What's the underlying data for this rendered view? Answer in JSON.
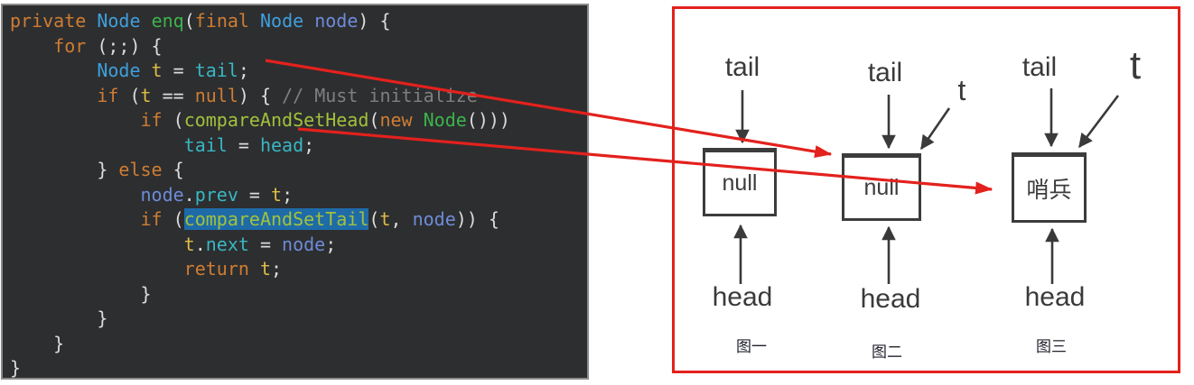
{
  "palette": {
    "editor_bg": "#2d2e30",
    "kw": "#cf7d32",
    "type": "#3f9fdc",
    "method": "#3cb44b",
    "call": "#a2c13c",
    "var": "#ddbd45",
    "field": "#38b7c3",
    "param": "#6e8bd8",
    "plain": "#dcdcdc",
    "comment": "#7f7f7f",
    "highlight_bg": "#1e6ba8",
    "red": "#e3211d",
    "ink": "#3a3a3a",
    "box_border": "#3c3c3c"
  },
  "code": {
    "lines": [
      [
        [
          "kw",
          "private"
        ],
        [
          "pl",
          " "
        ],
        [
          "ty",
          "Node"
        ],
        [
          "pl",
          " "
        ],
        [
          "fn",
          "enq"
        ],
        [
          "pl",
          "("
        ],
        [
          "kw",
          "final"
        ],
        [
          "pl",
          " "
        ],
        [
          "ty",
          "Node"
        ],
        [
          "pl",
          " "
        ],
        [
          "pm",
          "node"
        ],
        [
          "pl",
          ") {"
        ]
      ],
      [
        [
          "pl",
          "    "
        ],
        [
          "kw",
          "for"
        ],
        [
          "pl",
          " (;;) {"
        ]
      ],
      [
        [
          "pl",
          "        "
        ],
        [
          "ty",
          "Node"
        ],
        [
          "pl",
          " "
        ],
        [
          "vr",
          "t"
        ],
        [
          "pl",
          " = "
        ],
        [
          "fd",
          "tail"
        ],
        [
          "pl",
          ";"
        ]
      ],
      [
        [
          "pl",
          "        "
        ],
        [
          "kw",
          "if"
        ],
        [
          "pl",
          " ("
        ],
        [
          "vr",
          "t"
        ],
        [
          "pl",
          " == "
        ],
        [
          "kw",
          "null"
        ],
        [
          "pl",
          ") { "
        ],
        [
          "cm",
          "// Must initialize"
        ]
      ],
      [
        [
          "pl",
          "            "
        ],
        [
          "kw",
          "if"
        ],
        [
          "pl",
          " ("
        ],
        [
          "fc",
          "compareAndSetHead"
        ],
        [
          "pl",
          "("
        ],
        [
          "kw",
          "new"
        ],
        [
          "pl",
          " "
        ],
        [
          "fn",
          "Node"
        ],
        [
          "pl",
          "()))"
        ]
      ],
      [
        [
          "pl",
          "                "
        ],
        [
          "fd",
          "tail"
        ],
        [
          "pl",
          " = "
        ],
        [
          "fd",
          "head"
        ],
        [
          "pl",
          ";"
        ]
      ],
      [
        [
          "pl",
          "        } "
        ],
        [
          "kw",
          "else"
        ],
        [
          "pl",
          " {"
        ]
      ],
      [
        [
          "pl",
          "            "
        ],
        [
          "pm",
          "node"
        ],
        [
          "pl",
          "."
        ],
        [
          "fd",
          "prev"
        ],
        [
          "pl",
          " = "
        ],
        [
          "vr",
          "t"
        ],
        [
          "pl",
          ";"
        ]
      ],
      [
        [
          "pl",
          "            "
        ],
        [
          "kw",
          "if"
        ],
        [
          "pl",
          " ("
        ],
        [
          "fh",
          "compareAndSetTail"
        ],
        [
          "pl",
          "("
        ],
        [
          "vr",
          "t"
        ],
        [
          "pl",
          ", "
        ],
        [
          "pm",
          "node"
        ],
        [
          "pl",
          ")) {"
        ]
      ],
      [
        [
          "pl",
          "                "
        ],
        [
          "vr",
          "t"
        ],
        [
          "pl",
          "."
        ],
        [
          "fd",
          "next"
        ],
        [
          "pl",
          " = "
        ],
        [
          "pm",
          "node"
        ],
        [
          "pl",
          ";"
        ]
      ],
      [
        [
          "pl",
          "                "
        ],
        [
          "kw",
          "return"
        ],
        [
          "pl",
          " "
        ],
        [
          "vr",
          "t"
        ],
        [
          "pl",
          ";"
        ]
      ],
      [
        [
          "pl",
          "            }"
        ]
      ],
      [
        [
          "pl",
          "        }"
        ]
      ],
      [
        [
          "pl",
          "    }"
        ]
      ],
      [
        [
          "pl",
          "}"
        ]
      ]
    ]
  },
  "diagram": {
    "figures": [
      {
        "tail_label": "tail",
        "box_value": "null",
        "head_label": "head",
        "caption": "图一"
      },
      {
        "tail_label": "tail",
        "t_label": "t",
        "box_value": "null",
        "head_label": "head",
        "caption": "图二"
      },
      {
        "tail_label": "tail",
        "t_label": "t",
        "box_value": "哨兵",
        "head_label": "head",
        "caption": "图三"
      }
    ]
  }
}
